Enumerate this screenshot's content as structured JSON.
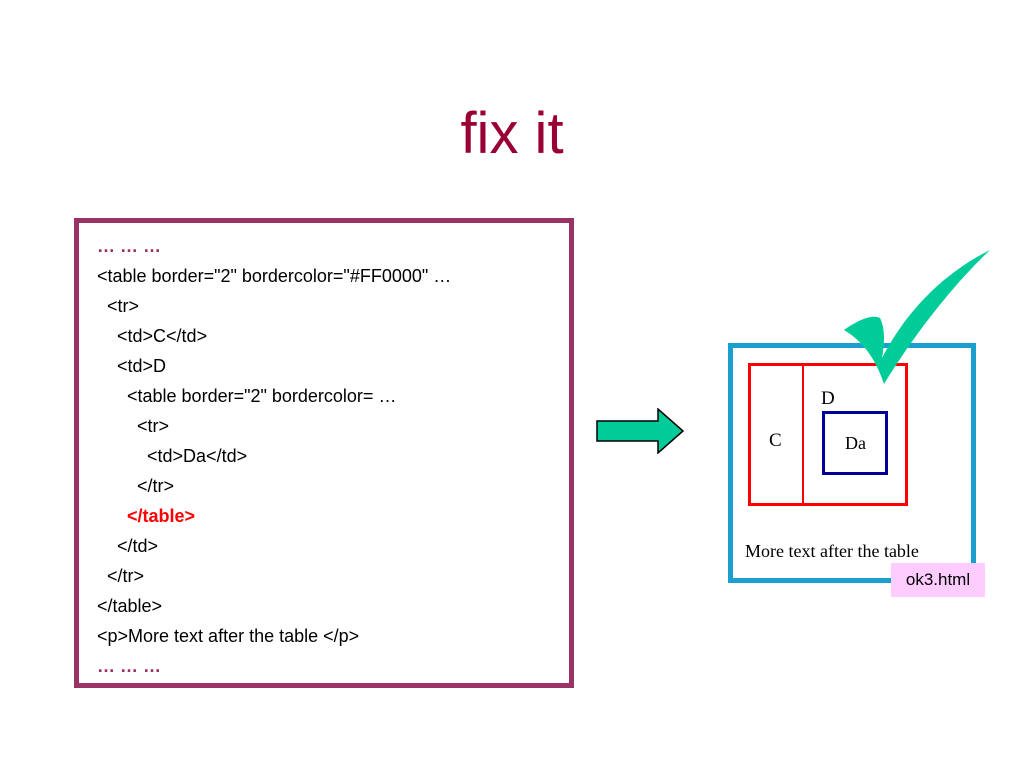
{
  "slide": {
    "title": "fix it",
    "code_lines": [
      "… … …",
      "<table border=\"2\" bordercolor=\"#FF0000\" …",
      "  <tr>",
      "    <td>C</td>",
      "    <td>D",
      "      <table border=\"2\" bordercolor= …",
      "        <tr>",
      "          <td>Da</td>",
      "        </tr>",
      "      </table>",
      "    </td>",
      "  </tr>",
      "</table>",
      "<p>More text after the table </p>",
      "… … …"
    ],
    "arrow_icon": "right-arrow-icon",
    "checkmark_icon": "checkmark-icon",
    "preview": {
      "cell_c": "C",
      "cell_d": "D",
      "cell_da": "Da",
      "text": "More text after the table"
    },
    "filename": "ok3.html",
    "colors": {
      "title": "#990033",
      "code_border": "#993366",
      "highlight": "#ff0000",
      "arrow": "#00cc99",
      "checkmark": "#00cc99",
      "preview_border": "#1a9fcf",
      "outer_table": "#ff0000",
      "inner_table": "#000099",
      "filename_bg": "#ffccff"
    }
  }
}
